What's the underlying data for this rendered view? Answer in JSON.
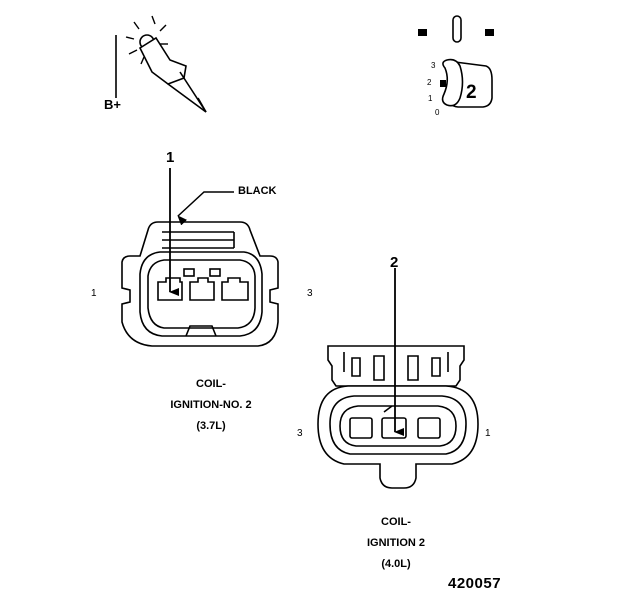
{
  "battery": {
    "label": "B+"
  },
  "ignition_switch": {
    "key_number": "2",
    "positions": [
      "3",
      "2",
      "1",
      "0"
    ]
  },
  "connector_37": {
    "callout": "1",
    "wire_color": "BLACK",
    "pin_left": "1",
    "pin_right": "3",
    "caption_line1": "COIL-",
    "caption_line2": "IGNITION-NO. 2",
    "caption_line3": "(3.7L)"
  },
  "connector_40": {
    "callout": "2",
    "pin_left": "3",
    "pin_right": "1",
    "caption_line1": "COIL-",
    "caption_line2": "IGNITION 2",
    "caption_line3": "(4.0L)"
  },
  "figure_number": "420057"
}
